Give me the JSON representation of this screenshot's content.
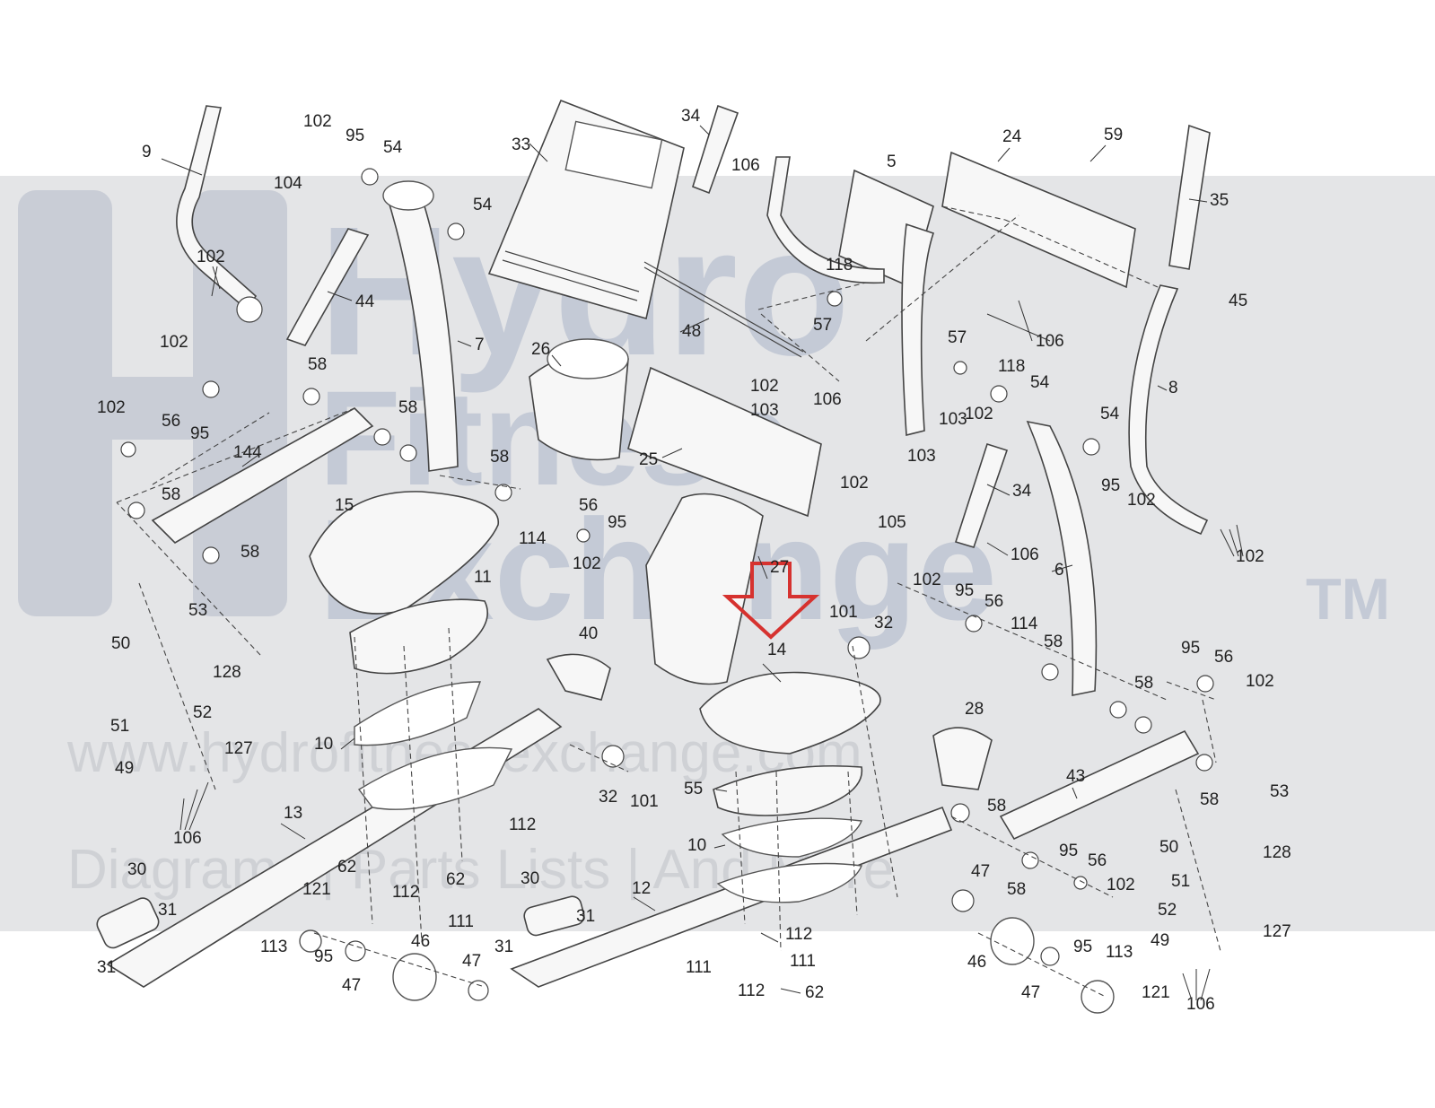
{
  "watermark": {
    "brand_line1": "Hydro",
    "brand_line2": "Fitness",
    "brand_line3": "Exchange",
    "trademark": "TM",
    "website": "www.hydrofitnessexchange.com",
    "tagline": "Diagrams | Parts Lists | And More"
  },
  "callouts": {
    "p9": "9",
    "p102a": "102",
    "p95a": "95",
    "p54a": "54",
    "p104": "104",
    "p102b": "102",
    "p44": "44",
    "p102c": "102",
    "p102d": "102",
    "p56a": "56",
    "p95b": "95",
    "p58a": "58",
    "p58b": "58",
    "p144": "144",
    "p58c": "58",
    "p58d": "58",
    "p54b": "54",
    "p7": "7",
    "p33": "33",
    "p34a": "34",
    "p106a": "106",
    "p48": "48",
    "p26": "26",
    "p25": "25",
    "p5": "5",
    "p118a": "118",
    "p57a": "57",
    "p102e": "102",
    "p103a": "103",
    "p106b": "106",
    "p24": "24",
    "p59": "59",
    "p35": "35",
    "p45": "45",
    "p106c": "106",
    "p57b": "57",
    "p118b": "118",
    "p54c": "54",
    "p103b": "103",
    "p102f": "102",
    "p103c": "103",
    "p102g": "102",
    "p54d": "54",
    "p8": "8",
    "p95c": "95",
    "p102h": "102",
    "p102i": "102",
    "p34b": "34",
    "p106d": "106",
    "p105": "105",
    "p58e": "58",
    "p114a": "114",
    "p56b": "56",
    "p95d": "95",
    "p102j": "102",
    "p15": "15",
    "p11": "11",
    "p27": "27",
    "p6": "6",
    "p102k": "102",
    "p95e": "95",
    "p56c": "56",
    "p114b": "114",
    "p58f": "58",
    "p101a": "101",
    "p32a": "32",
    "p14": "14",
    "p95f": "95",
    "p56d": "56",
    "p102l": "102",
    "p58g": "58",
    "p53a": "53",
    "p50a": "50",
    "p128a": "128",
    "p51a": "51",
    "p52a": "52",
    "p40": "40",
    "p10a": "10",
    "p49a": "49",
    "p127a": "127",
    "p32b": "32",
    "p101b": "101",
    "p28": "28",
    "p43": "43",
    "p58h": "58",
    "p55": "55",
    "p106e": "106",
    "p13": "13",
    "p112a": "112",
    "p62a": "62",
    "p112b": "112",
    "p62b": "62",
    "p111a": "111",
    "p10b": "10",
    "p58i": "58",
    "p58j": "58",
    "p53b": "53",
    "p50b": "50",
    "p128b": "128",
    "p95g": "95",
    "p56e": "56",
    "p102m": "102",
    "p51b": "51",
    "p47a": "47",
    "p30a": "30",
    "p121a": "121",
    "p31a": "31",
    "p12": "12",
    "p52b": "52",
    "p30b": "30",
    "p31b": "31",
    "p113a": "113",
    "p95h": "95",
    "p46a": "46",
    "p31c": "31",
    "p112c": "112",
    "p111b": "111",
    "p49b": "49",
    "p127b": "127",
    "p31d": "31",
    "p47b": "47",
    "p47c": "47",
    "p111c": "111",
    "p112d": "112",
    "p62c": "62",
    "p46b": "46",
    "p95i": "95",
    "p113b": "113",
    "p47d": "47",
    "p121b": "121",
    "p106f": "106"
  },
  "highlight": {
    "arrow_color": "#d6322f",
    "target_part": "14"
  },
  "colors": {
    "band": "#e4e5e7",
    "watermark": "#c4cad6",
    "line": "#444444"
  }
}
